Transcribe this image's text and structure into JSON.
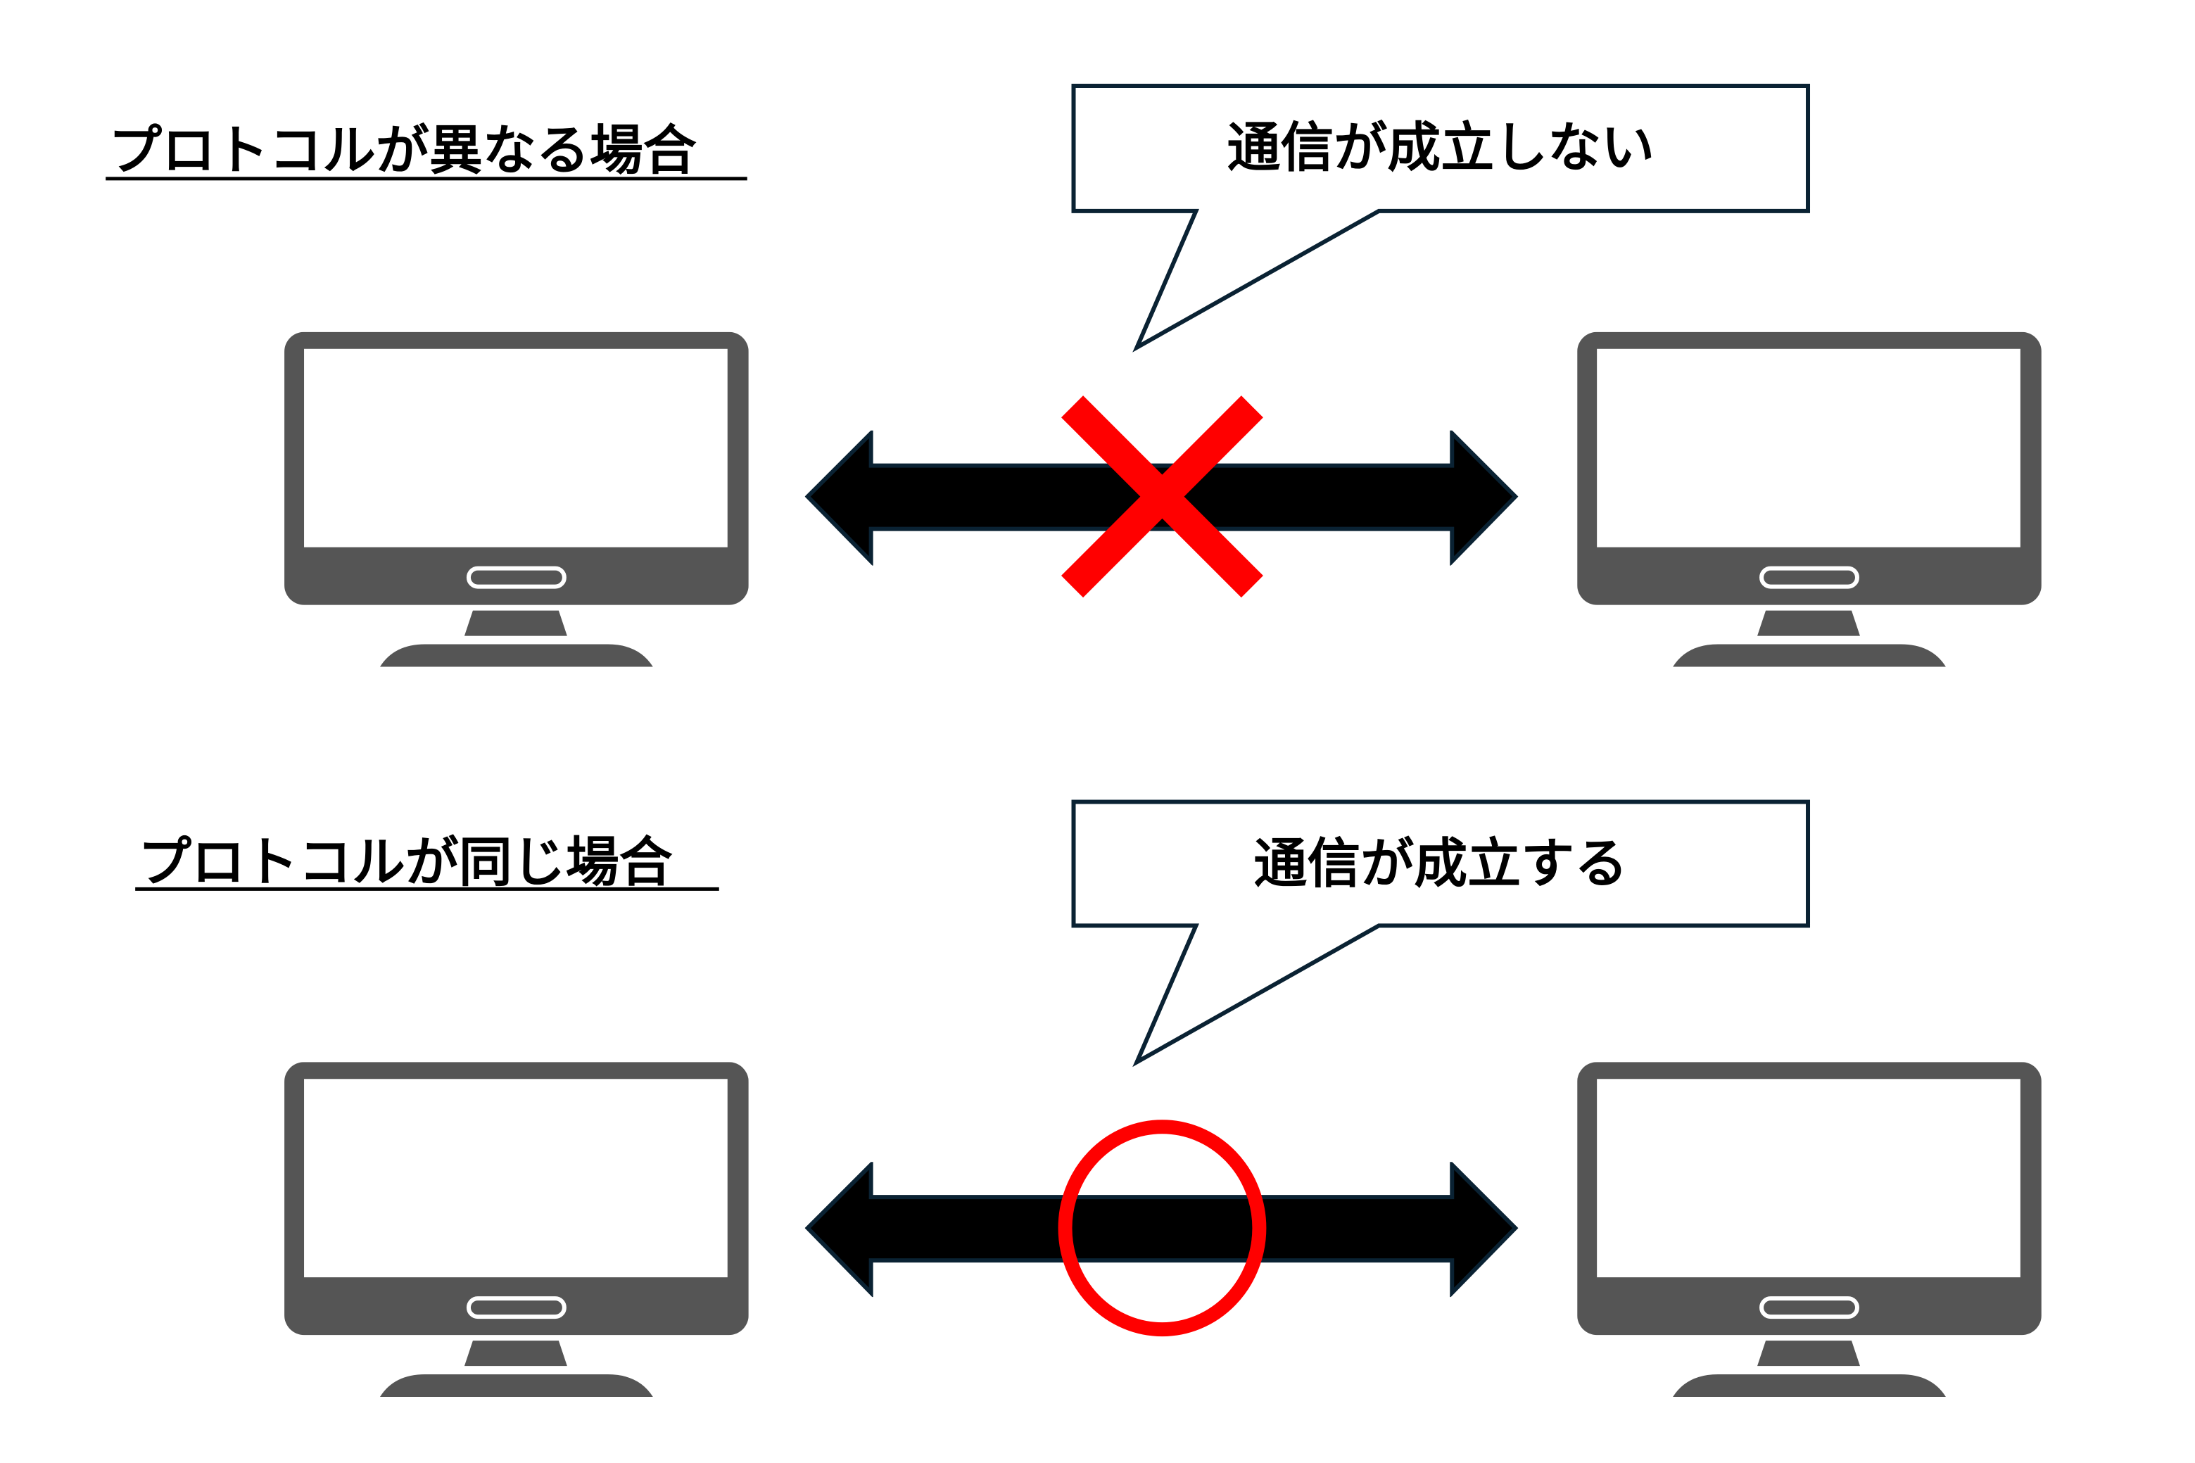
{
  "sections": [
    {
      "title": "プロトコルが異なる場合",
      "callout": "通信が成立しない",
      "result_icon": "cross-mark",
      "result_color": "#ff0000"
    },
    {
      "title": "プロトコルが同じ場合",
      "callout": "通信が成立する",
      "result_icon": "circle-mark",
      "result_color": "#ff0000"
    }
  ],
  "colors": {
    "monitor": "#555555",
    "arrow": "#000000",
    "outline": "#0a2233",
    "mark": "#ff0000"
  }
}
